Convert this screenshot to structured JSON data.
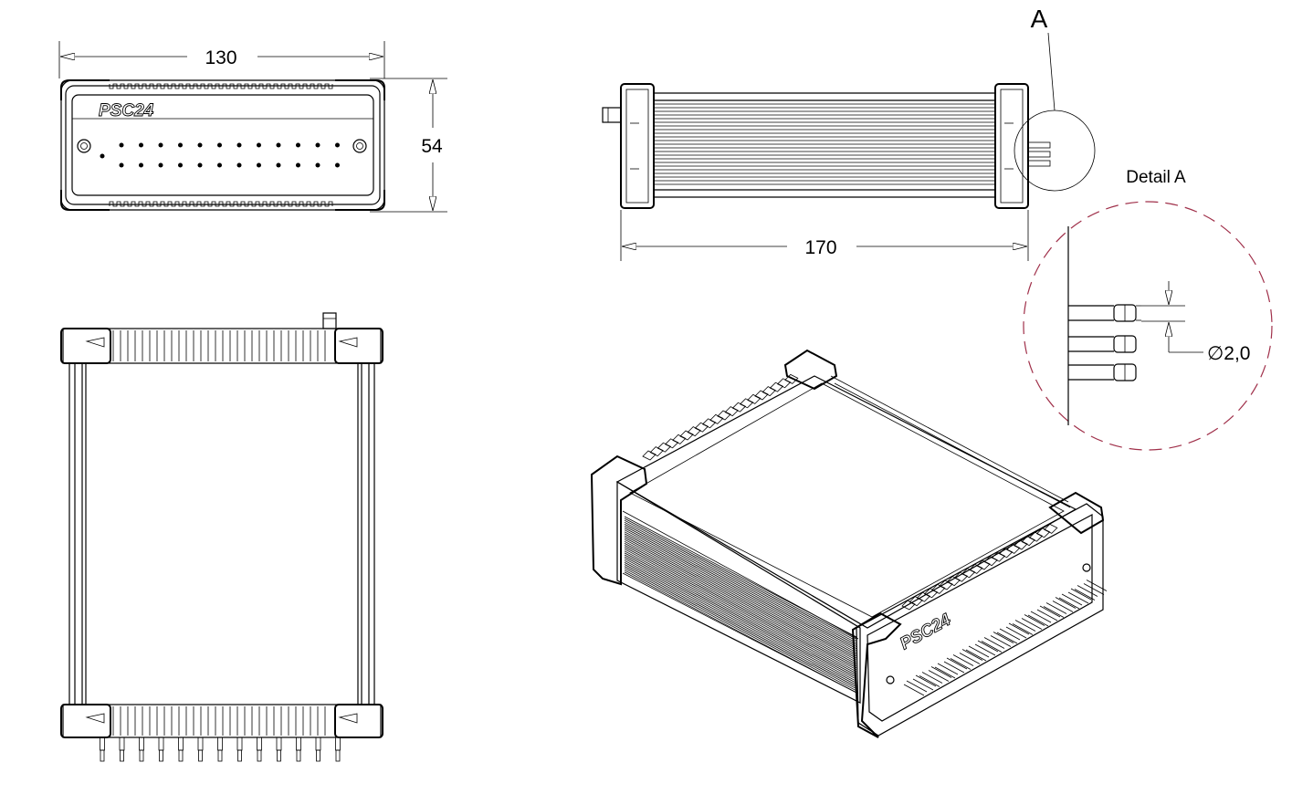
{
  "dimensions": {
    "front_width": "130",
    "front_height": "54",
    "side_length": "170",
    "pin_diameter": "∅2,0"
  },
  "labels": {
    "detail_marker": "A",
    "detail_title": "Detail A",
    "brand_front": "PSC24",
    "brand_iso": "PSC24"
  },
  "colors": {
    "line": "#000000",
    "detail_circle": "#a0304a",
    "background": "#ffffff"
  }
}
